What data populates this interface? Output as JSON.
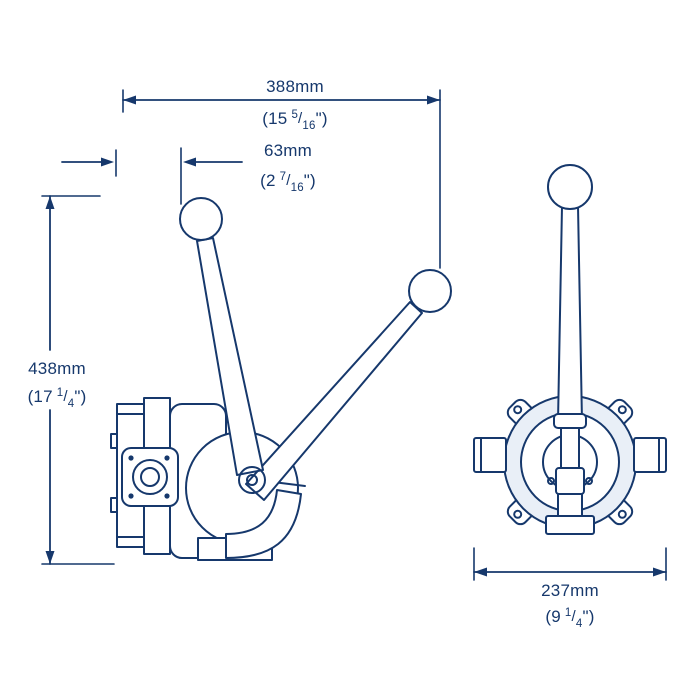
{
  "colors": {
    "line": "#16386c",
    "shade": "#e9eff7",
    "background": "#ffffff"
  },
  "dimensions": {
    "overall_width": {
      "metric": "388mm",
      "imperial_prefix": "(15",
      "numerator": "5",
      "slash": "/",
      "denominator": "16",
      "imperial_suffix": "\")"
    },
    "handle_offset": {
      "metric": "63mm",
      "imperial_prefix": "(2",
      "numerator": "7",
      "slash": "/",
      "denominator": "16",
      "imperial_suffix": "\")"
    },
    "overall_height": {
      "metric": "438mm",
      "imperial_prefix": "(17",
      "numerator": "1",
      "slash": "/",
      "denominator": "4",
      "imperial_suffix": "\")"
    },
    "front_width": {
      "metric": "237mm",
      "imperial_prefix": "(9",
      "numerator": "1",
      "slash": "/",
      "denominator": "4",
      "imperial_suffix": "\")"
    }
  }
}
